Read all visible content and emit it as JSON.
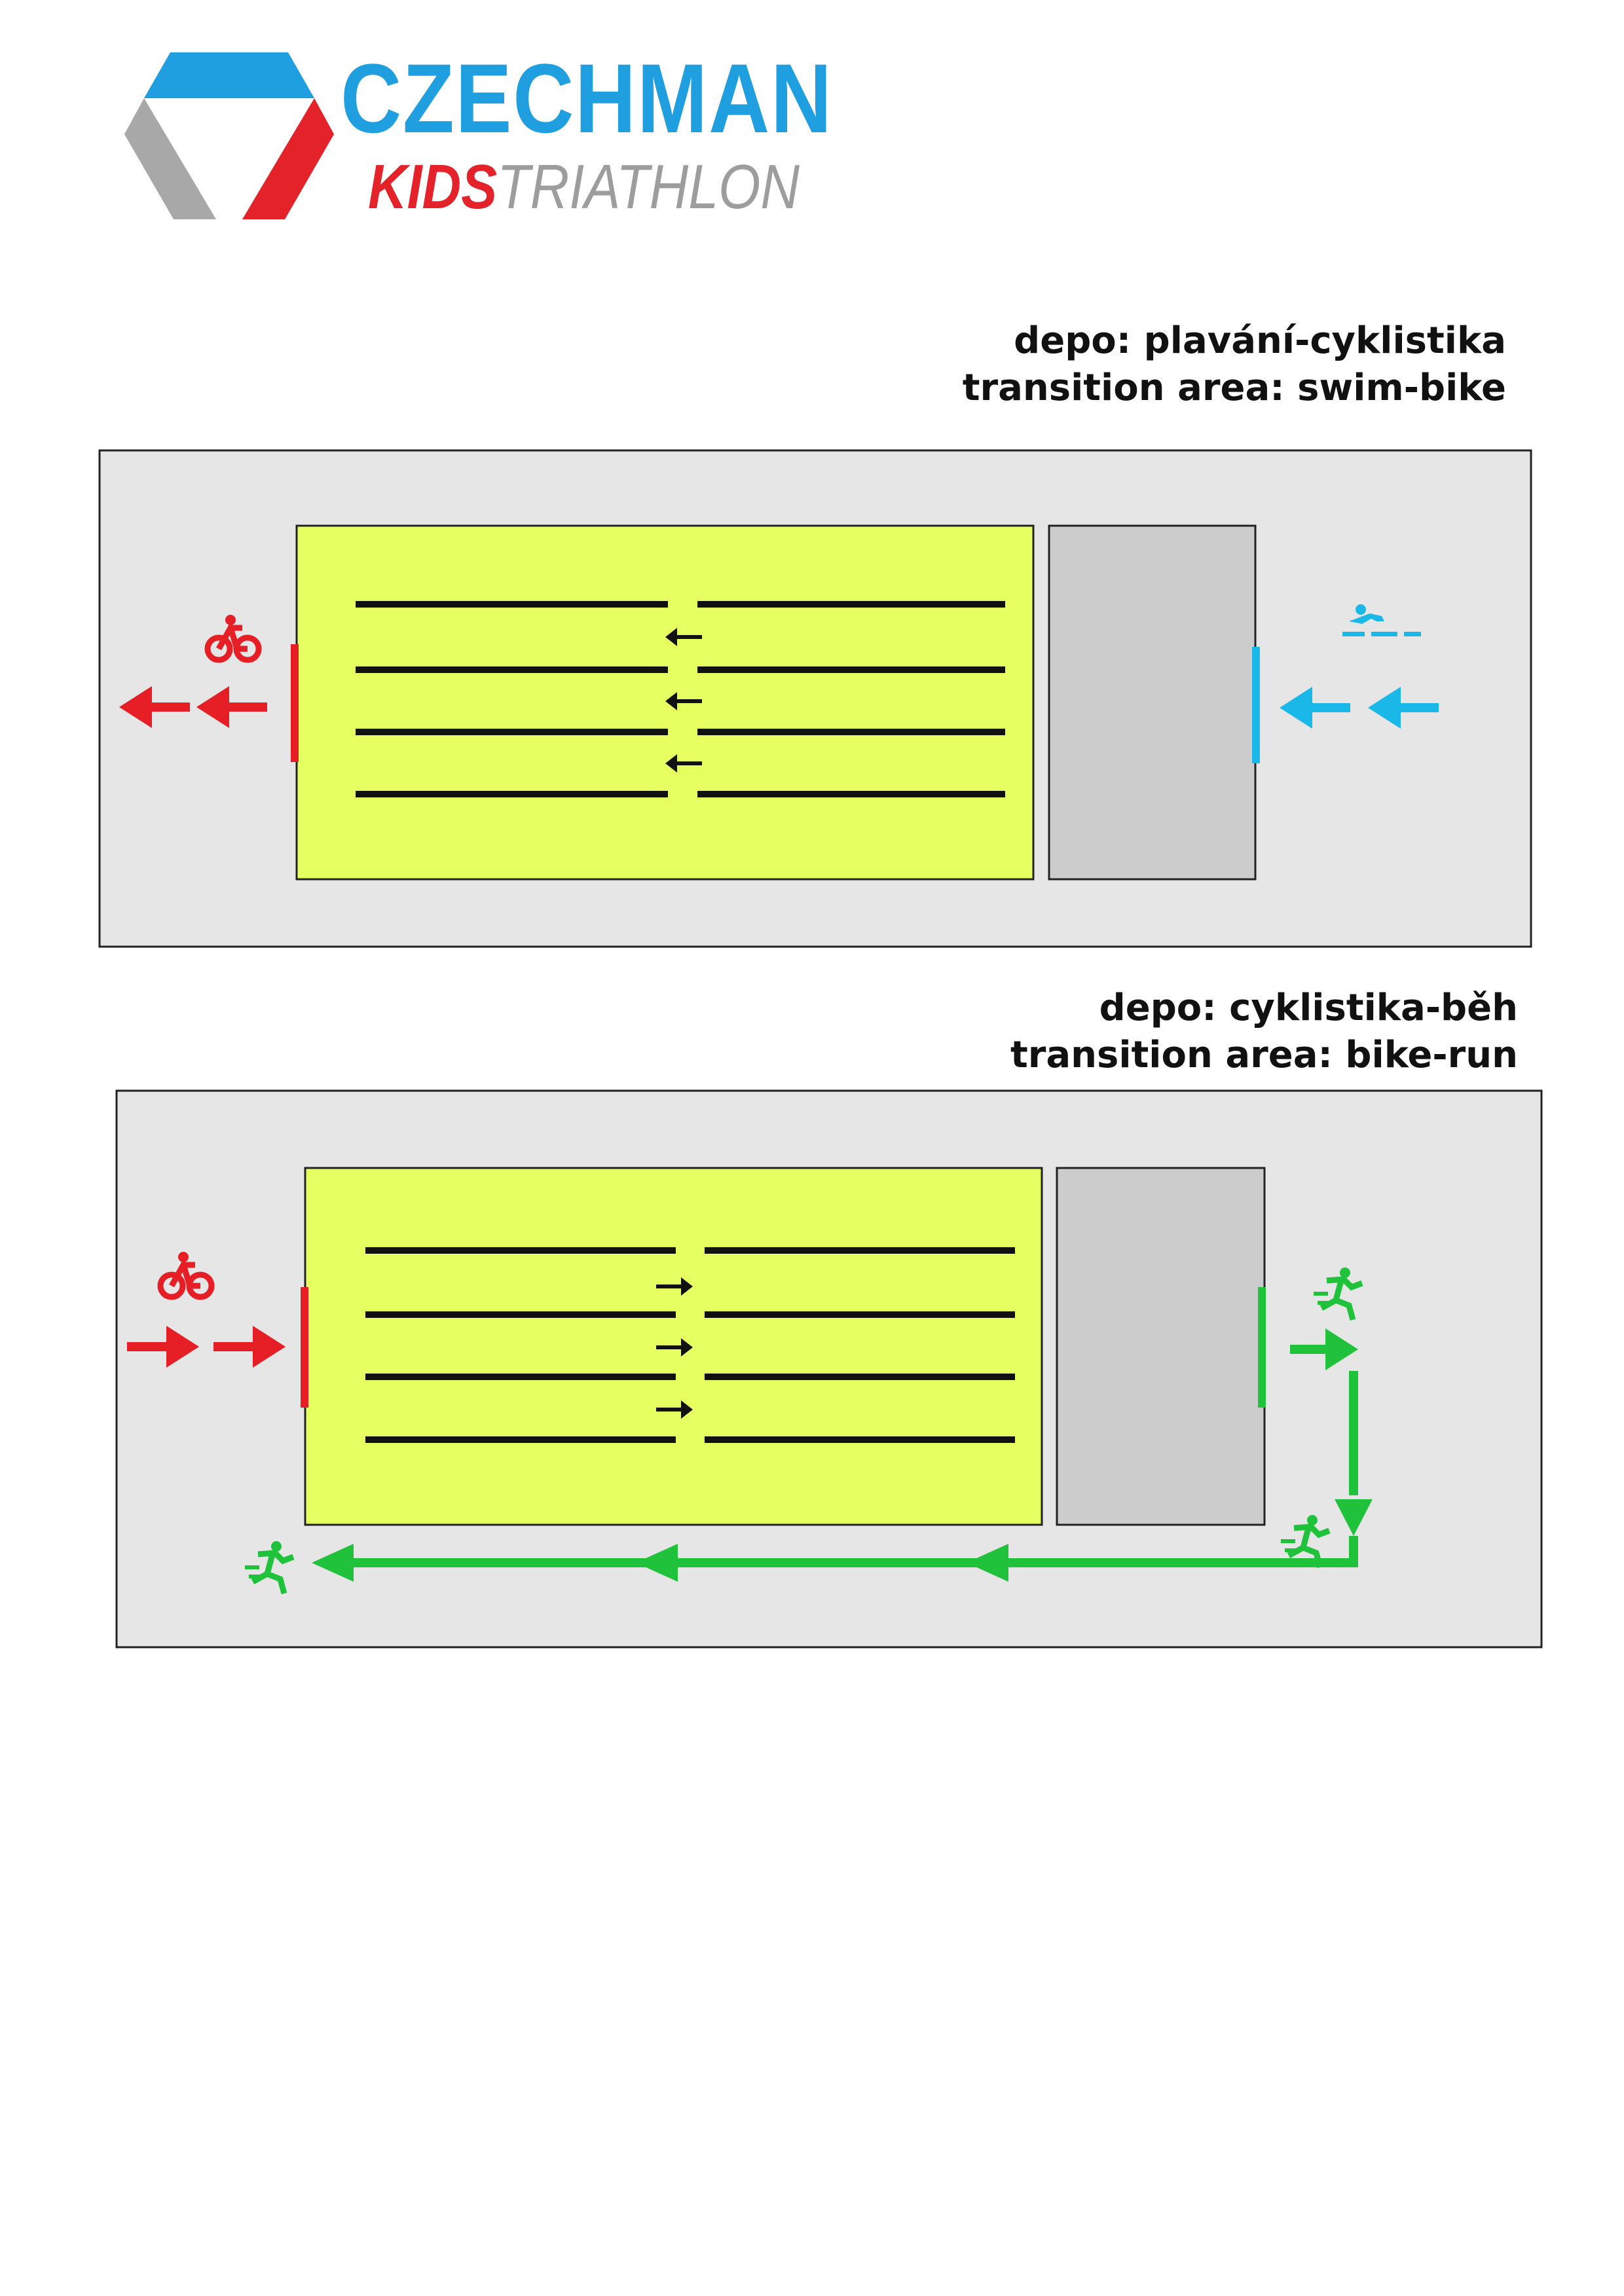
{
  "logo": {
    "title": "CZECHMAN",
    "subtitle_kids": "KIDS",
    "subtitle_rest": "TRIATHLON",
    "colors": {
      "blue": "#1f9ee0",
      "red": "#e3222a",
      "grey": "#a8a8a8"
    }
  },
  "swim_bike": {
    "heading_cz": "depo: plavání-cyklistika",
    "heading_en": "transition area: swim-bike",
    "exit_discipline_icon": "bike-icon",
    "entry_discipline_icon": "swim-icon",
    "flow_direction": "right-to-left",
    "rack_rows": 4,
    "colors": {
      "exit": "#e61e25",
      "entry": "#19b8e8",
      "zone": "#e6ff61",
      "area": "#e6e6e6"
    }
  },
  "bike_run": {
    "heading_cz": "depo: cyklistika-běh",
    "heading_en": "transition area: bike-run",
    "entry_discipline_icon": "bike-icon",
    "exit_discipline_icon": "run-icon",
    "flow_direction": "left-to-right",
    "rack_rows": 4,
    "colors": {
      "entry": "#e61e25",
      "exit": "#1fc23a",
      "zone": "#e6ff61",
      "area": "#e6e6e6"
    }
  }
}
